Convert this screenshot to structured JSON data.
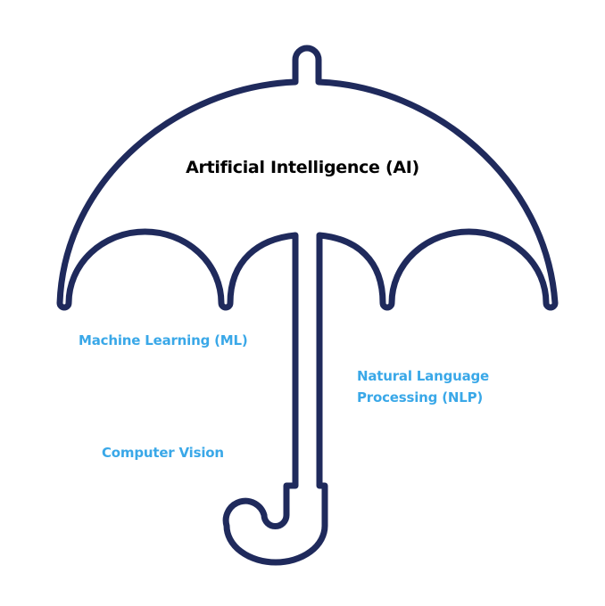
{
  "diagram": {
    "title": "Artificial Intelligence (AI)",
    "items": [
      {
        "label": "Machine Learning (ML)"
      },
      {
        "label_line1": "Natural Language",
        "label_line2": "Processing (NLP)"
      },
      {
        "label": "Computer Vision"
      }
    ],
    "icon": "umbrella-icon",
    "colors": {
      "outline": "#1f2a5c",
      "label": "#3aa8e8",
      "title": "#000000"
    }
  }
}
